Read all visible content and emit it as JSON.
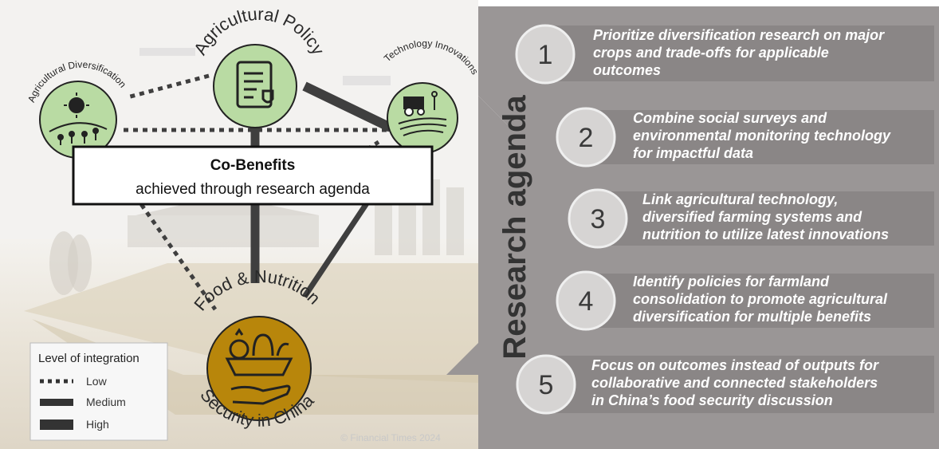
{
  "nodes": {
    "policy": "Agricultural Policy",
    "diversification": "Agricultural Diversification",
    "technology": "Technology Innovations",
    "food_top": "Food & Nutrition",
    "food_bottom": "Security in China"
  },
  "co_benefits": {
    "title": "Co-Benefits",
    "subtitle": "achieved through research agenda"
  },
  "legend": {
    "title": "Level of integration",
    "items": [
      "Low",
      "Medium",
      "High"
    ]
  },
  "research_agenda": {
    "title": "Research agenda",
    "items": [
      {
        "number": "1",
        "lines": [
          "Prioritize diversification research on major",
          "crops and trade-offs for applicable",
          "outcomes"
        ]
      },
      {
        "number": "2",
        "lines": [
          "Combine social surveys and",
          "environmental monitoring technology",
          "for impactful data"
        ]
      },
      {
        "number": "3",
        "lines": [
          "Link agricultural technology,",
          "diversified farming systems and",
          "nutrition to utilize latest innovations"
        ]
      },
      {
        "number": "4",
        "lines": [
          "Identify policies for farmland",
          "consolidation to promote agricultural",
          "diversification for multiple benefits"
        ]
      },
      {
        "number": "5",
        "lines": [
          "Focus on outcomes instead of outputs for",
          "collaborative and connected stakeholders",
          "in China’s food security discussion"
        ]
      }
    ]
  },
  "credit": "© Financial Times 2024",
  "colors": {
    "panel": "#9a9696",
    "node_green": "#b9dba3",
    "node_gold": "#b8860b",
    "line_dark": "#3f3f3f"
  }
}
